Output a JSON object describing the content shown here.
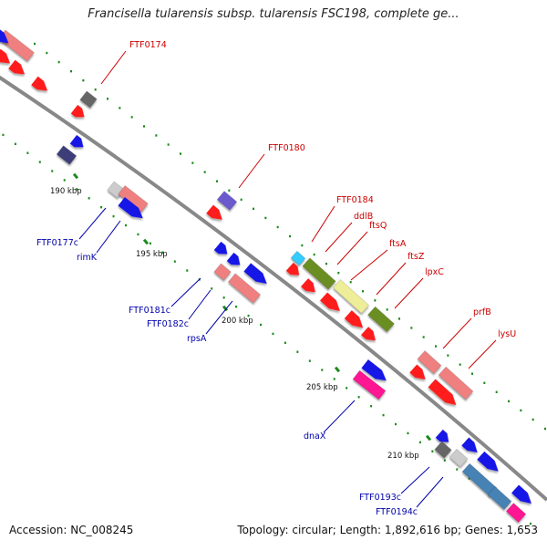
{
  "title": "Francisella tularensis subsp. tularensis FSC198, complete ge...",
  "footer": {
    "accession": "Accession: NC_008245",
    "summary": "Topology: circular; Length: 1,892,616 bp; Genes: 1,653"
  },
  "scale": {
    "tick_labels": [
      "190 kbp",
      "195 kbp",
      "200 kbp",
      "205 kbp",
      "210 kbp"
    ]
  },
  "gene_labels": {
    "forward": [
      "FTF0174",
      "FTF0180",
      "FTF0184",
      "ddlB",
      "ftsQ",
      "ftsA",
      "ftsZ",
      "lpxC",
      "prfB",
      "lysU"
    ],
    "reverse": [
      "FTF0177c",
      "rimK",
      "FTF0181c",
      "FTF0182c",
      "rpsA",
      "dnaX",
      "FTF0193c",
      "FTF0194c"
    ]
  },
  "colors": {
    "forward_label": "#cc0000",
    "reverse_label": "#0000aa",
    "backbone": "#888888",
    "tick": "#1a8a1a",
    "red": "#ff1a1a",
    "blue": "#1414e6",
    "pink": "#f08080",
    "olive": "#6b8e23",
    "yellow": "#eeee99",
    "magenta": "#ff1493",
    "grey": "#666666",
    "steel": "#4682b4",
    "purple": "#6a5acd",
    "navy": "#3d3d7a",
    "cyan": "#33ccff",
    "light_grey": "#cccccc"
  }
}
